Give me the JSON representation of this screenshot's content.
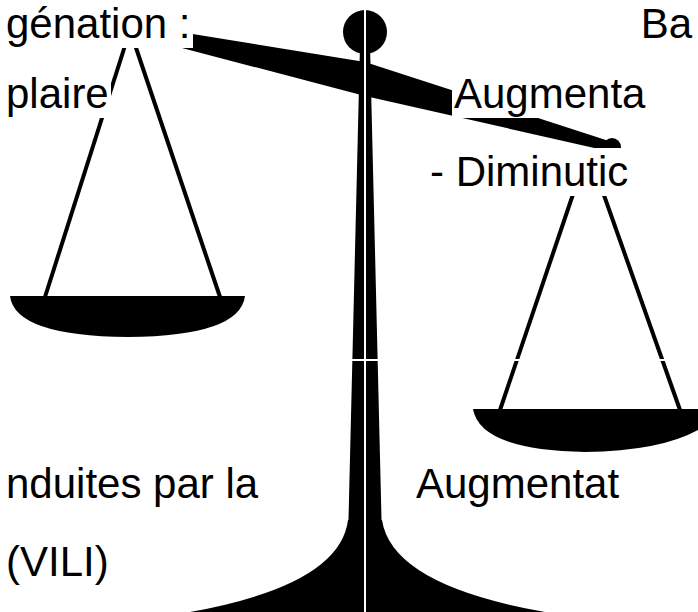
{
  "diagram": {
    "labels": [
      "génation :",
      "Ba",
      "plaire",
      "Augmenta",
      "- Diminutic",
      "nduites par la",
      "Augmentat",
      "(VILI)"
    ]
  }
}
